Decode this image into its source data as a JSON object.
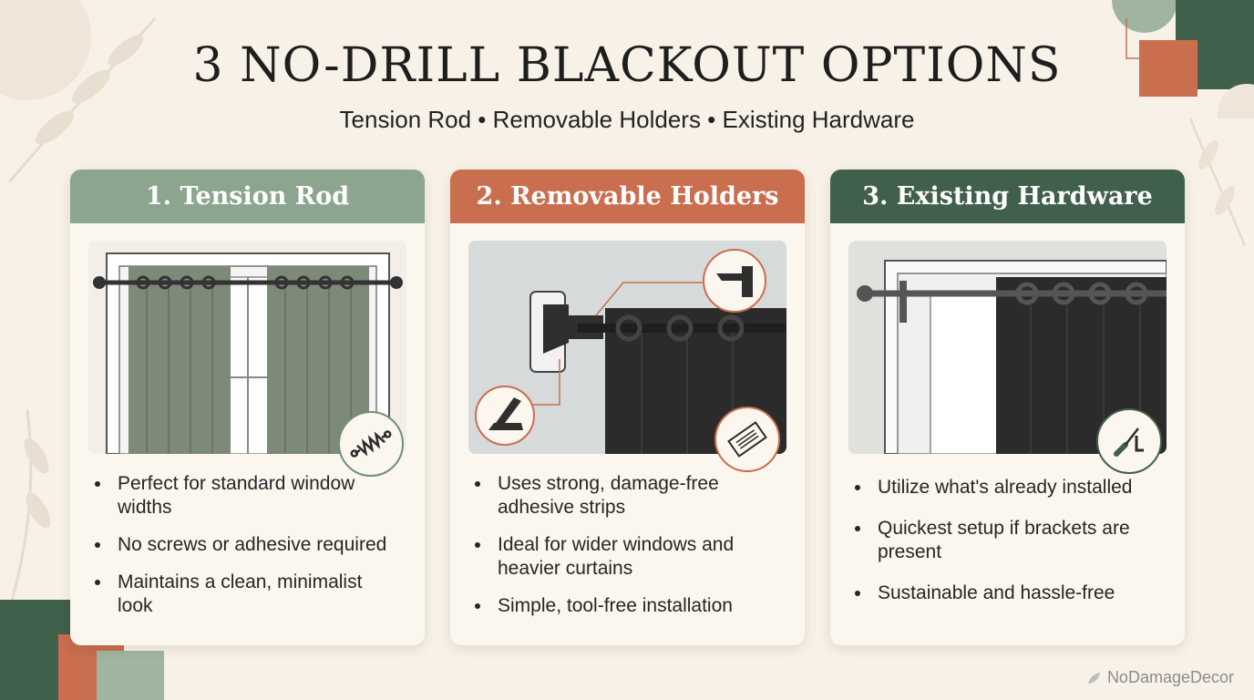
{
  "page": {
    "title": "3 NO-DRILL BLACKOUT OPTIONS",
    "subtitle": "Tension Rod • Removable Holders • Existing Hardware",
    "brand": "NoDamageDecor"
  },
  "colors": {
    "sage": "#8ba58f",
    "terracotta": "#c96e4f",
    "forest": "#41604b",
    "background": "#f7f1e8"
  },
  "cards": [
    {
      "header": "1. Tension Rod",
      "icon": "spring-icon",
      "bullets": [
        "Perfect for standard window widths",
        "No screws or adhesive required",
        "Maintains a clean, minimalist look"
      ]
    },
    {
      "header": "2. Removable Holders",
      "icon": "adhesive-hook-icon",
      "bullets": [
        "Uses strong, damage-free adhesive strips",
        "Ideal for wider windows and heavier curtains",
        "Simple, tool-free installation"
      ]
    },
    {
      "header": "3. Existing Hardware",
      "icon": "screwdriver-icon",
      "bullets": [
        "Utilize what's already installed",
        "Quickest setup if brackets are present",
        "Sustainable and hassle-free"
      ]
    }
  ]
}
